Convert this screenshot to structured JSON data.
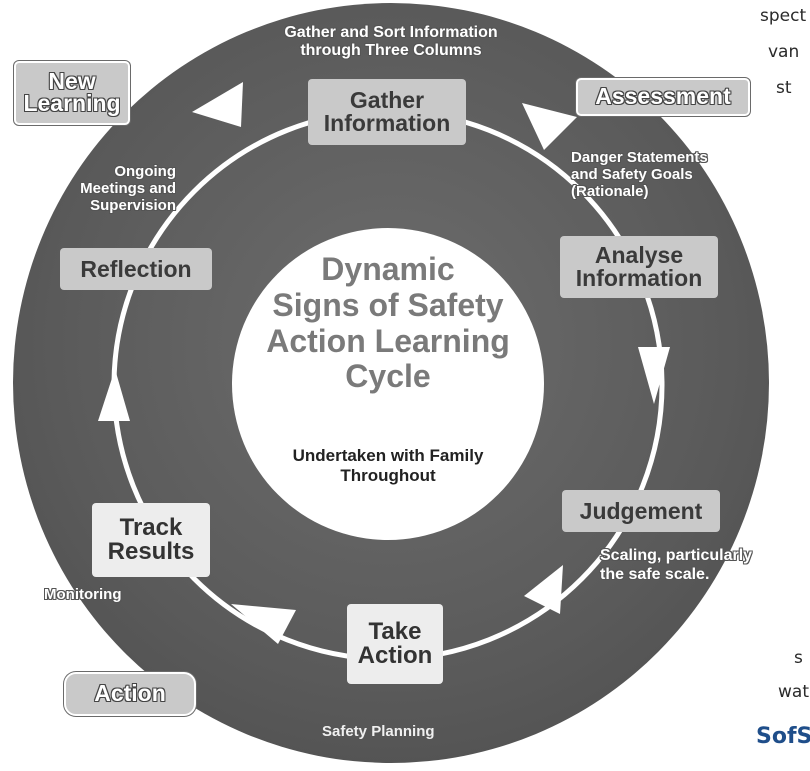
{
  "center": {
    "title_lines": [
      "Dynamic",
      "Signs of Safety",
      "Action Learning",
      "Cycle"
    ],
    "subtitle_lines": [
      "Undertaken with Family",
      "Throughout"
    ]
  },
  "phases": {
    "new_learning": [
      "New",
      "Learning"
    ],
    "assessment": "Assessment",
    "action": "Action"
  },
  "stages": {
    "gather": [
      "Gather",
      "Information"
    ],
    "analyse": [
      "Analyse",
      "Information"
    ],
    "judgement": "Judgement",
    "take_action": [
      "Take",
      "Action"
    ],
    "track": [
      "Track",
      "Results"
    ],
    "reflection": "Reflection"
  },
  "ring_labels": {
    "gather": [
      "Gather and Sort Information",
      "through Three Columns"
    ],
    "danger": [
      "Danger Statements",
      "and Safety Goals",
      "(Rationale)"
    ],
    "scaling": [
      "Scaling, particularly",
      "the safe scale."
    ],
    "safety_planning": "Safety Planning",
    "monitoring": "Monitoring",
    "ongoing": [
      "Ongoing",
      "Meetings and",
      "Supervision"
    ]
  },
  "side_text": {
    "top1": "spect",
    "top2": "van",
    "top3": "st",
    "bottom1": "s",
    "bottom2": "wat",
    "brand": "SofS"
  }
}
